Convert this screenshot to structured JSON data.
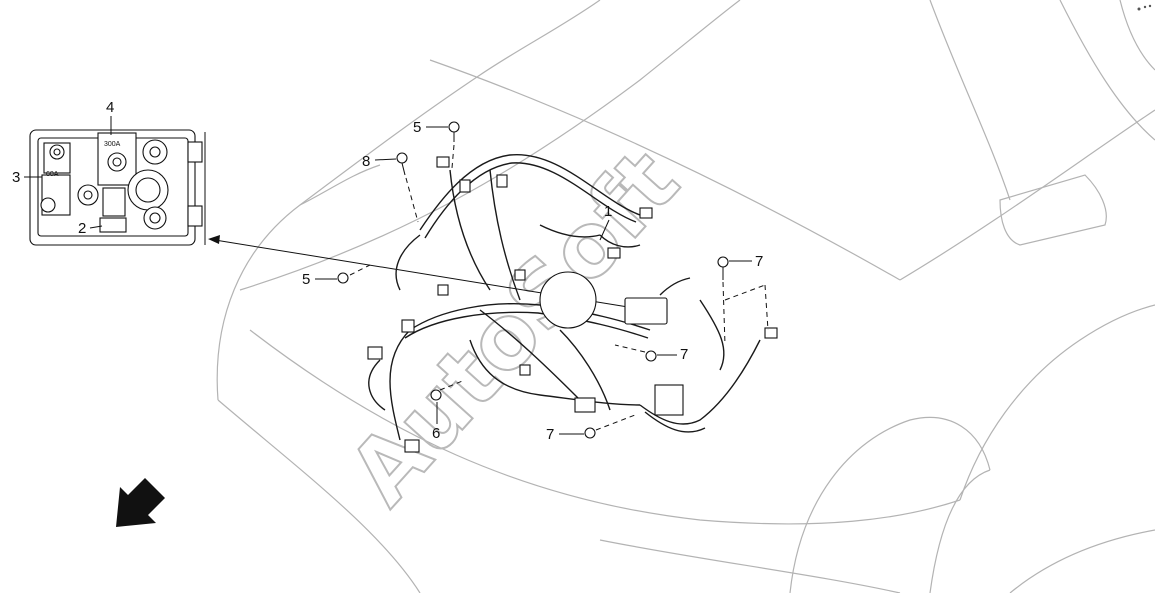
{
  "watermark": "AutoSoft",
  "fuse_labels": {
    "main_fuse": "300A",
    "sub_fuse": "60A"
  },
  "callouts": {
    "c1": "1",
    "c2": "2",
    "c3": "3",
    "c4": "4",
    "c5a": "5",
    "c5b": "5",
    "c6": "6",
    "c7a": "7",
    "c7b": "7",
    "c7c": "7",
    "c8": "8"
  },
  "direction_arrow": "front-arrow-icon"
}
